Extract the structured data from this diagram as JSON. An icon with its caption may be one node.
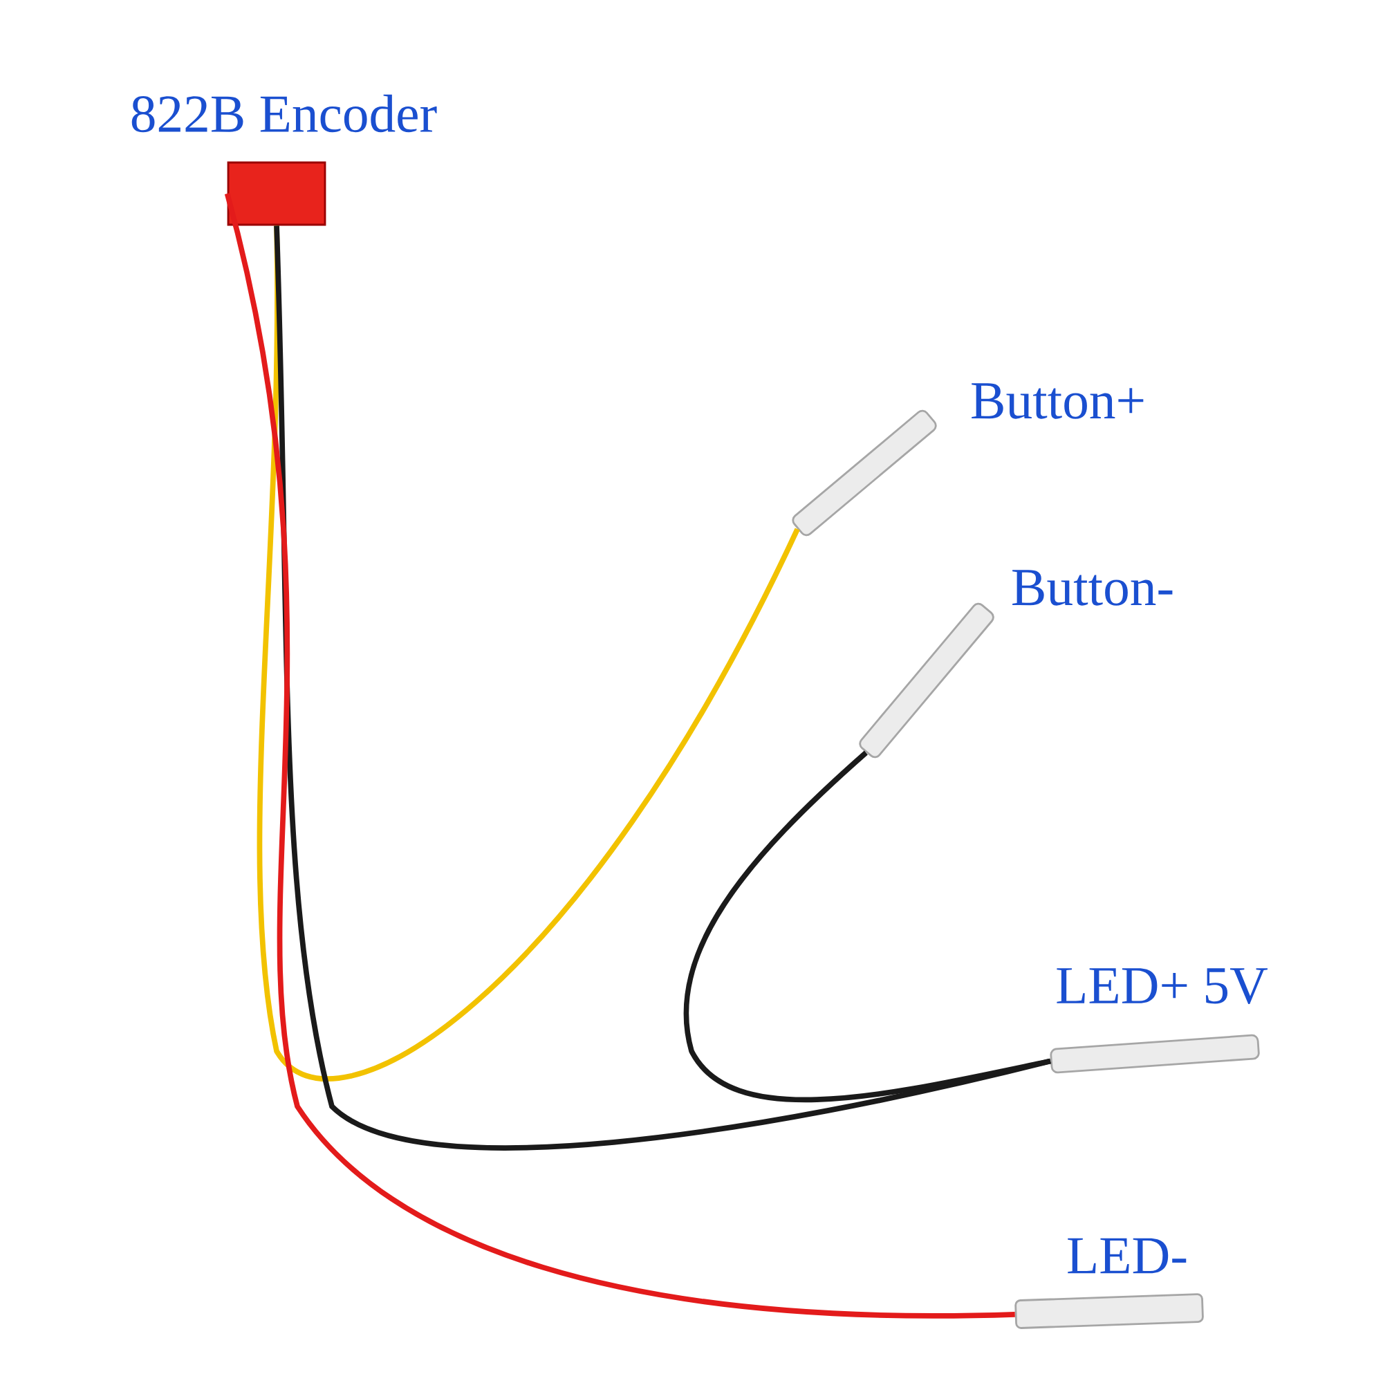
{
  "diagram": {
    "nodes": [
      {
        "text": [
          "822B Encoder"
        ]
      },
      {
        "text": [
          "Button+"
        ]
      },
      {
        "text": [
          "Button-"
        ]
      },
      {
        "text": [
          "LED+ 5V"
        ]
      },
      {
        "text": [
          "LED-"
        ]
      }
    ],
    "edges": [
      {
        "from": 0,
        "to": 1,
        "arrow": "none",
        "color": "#f2c200"
      },
      {
        "from": 0,
        "to": 3,
        "arrow": "none"
      },
      {
        "from": 2,
        "to": 3,
        "arrow": "none"
      },
      {
        "from": 0,
        "to": 4,
        "arrow": "none",
        "color": "#e31b1b"
      }
    ]
  }
}
